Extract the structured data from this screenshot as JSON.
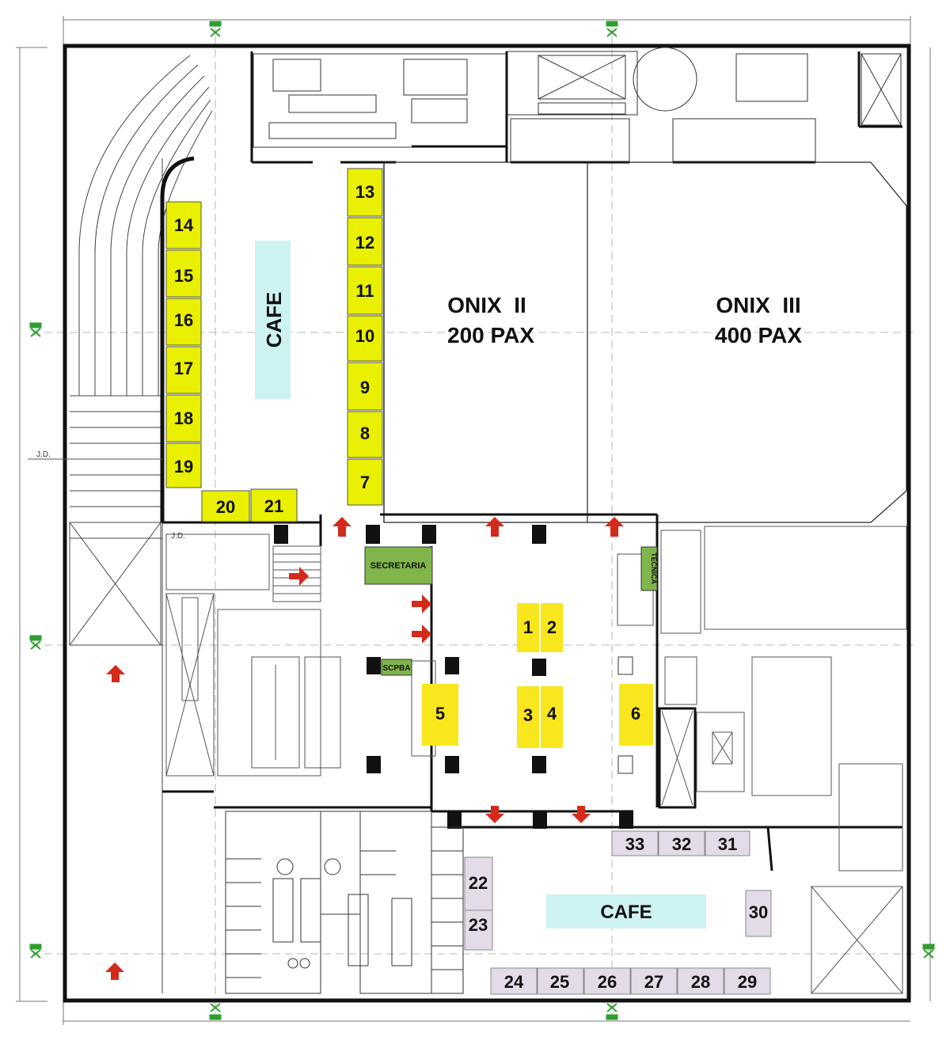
{
  "colors": {
    "yellow_booth": "#e9f000",
    "bright_yellow_booth": "#f8e71c",
    "lavender_booth": "#e3dbe8",
    "cafe_cyan": "#ccf2f2",
    "secretaria_green": "#7fb54a",
    "arrow_red": "#d42a1c",
    "marker_green": "#2e9e2e",
    "wall": "#111111",
    "line": "#555555"
  },
  "rooms": {
    "onix2_line1": "ONIX  II",
    "onix2_line2": "200 PAX",
    "onix3_line1": "ONIX  III",
    "onix3_line2": "400 PAX"
  },
  "cafe_labels": {
    "upper": "CAFE",
    "lower": "CAFE"
  },
  "service_labels": {
    "secretaria": "SECRETARIA",
    "scpba": "SCPBA",
    "tecnica": "TECNICA",
    "jd_left": "J.D.",
    "jd_inner": "J.D."
  },
  "booths": {
    "b1": "1",
    "b2": "2",
    "b3": "3",
    "b4": "4",
    "b5": "5",
    "b6": "6",
    "b7": "7",
    "b8": "8",
    "b9": "9",
    "b10": "10",
    "b11": "11",
    "b12": "12",
    "b13": "13",
    "b14": "14",
    "b15": "15",
    "b16": "16",
    "b17": "17",
    "b18": "18",
    "b19": "19",
    "b20": "20",
    "b21": "21",
    "b22": "22",
    "b23": "23",
    "b24": "24",
    "b25": "25",
    "b26": "26",
    "b27": "27",
    "b28": "28",
    "b29": "29",
    "b30": "30",
    "b31": "31",
    "b32": "32",
    "b33": "33"
  }
}
